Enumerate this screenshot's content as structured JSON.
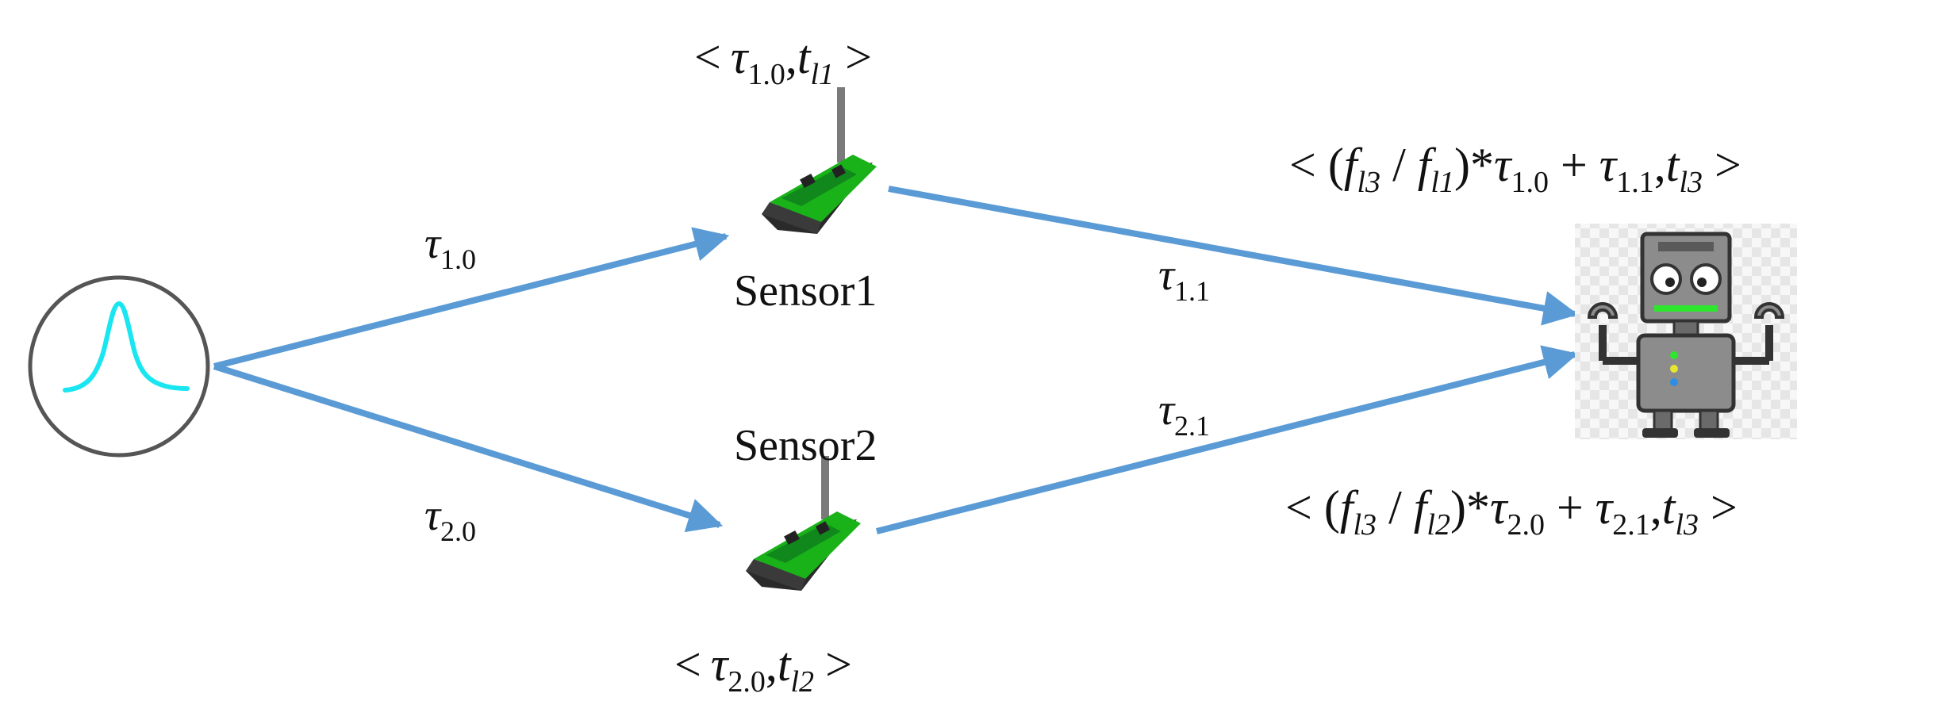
{
  "colors": {
    "arrow": "#5b9bd5",
    "signal": "#19e6f0",
    "sensor_green": "#19b219",
    "robot_gray": "#8c8c8c"
  },
  "source": {
    "icon": "gaussian-pulse-icon"
  },
  "sensors": [
    {
      "name": "Sensor1",
      "icon": "sensor-node-icon",
      "tuple": {
        "open": "<",
        "tau": "τ",
        "tau_sub": "1.0",
        "sep": ",",
        "t": "t",
        "t_sub": "l1",
        "close": ">"
      }
    },
    {
      "name": "Sensor2",
      "icon": "sensor-node-icon",
      "tuple": {
        "open": "<",
        "tau": "τ",
        "tau_sub": "2.0",
        "sep": ",",
        "t": "t",
        "t_sub": "l2",
        "close": ">"
      }
    }
  ],
  "edges": [
    {
      "from": "source",
      "to": "Sensor1",
      "label": {
        "sym": "τ",
        "sub": "1.0"
      }
    },
    {
      "from": "source",
      "to": "Sensor2",
      "label": {
        "sym": "τ",
        "sub": "2.0"
      }
    },
    {
      "from": "Sensor1",
      "to": "sink",
      "label": {
        "sym": "τ",
        "sub": "1.1"
      }
    },
    {
      "from": "Sensor2",
      "to": "sink",
      "label": {
        "sym": "τ",
        "sub": "2.1"
      }
    }
  ],
  "sink": {
    "icon": "robot-sink-icon",
    "eq_top": {
      "open": "< (",
      "f1": "f",
      "f1_sub": "l3",
      "slash": " / ",
      "f2": "f",
      "f2_sub": "l1",
      "mid": ")*",
      "tau1": "τ",
      "tau1_sub": "1.0",
      "plus": " + ",
      "tau2": "τ",
      "tau2_sub": "1.1",
      "sep": ",",
      "t": "t",
      "t_sub": "l3",
      "close": " >"
    },
    "eq_bottom": {
      "open": "< (",
      "f1": "f",
      "f1_sub": "l3",
      "slash": " / ",
      "f2": "f",
      "f2_sub": "l2",
      "mid": ")*",
      "tau1": "τ",
      "tau1_sub": "2.0",
      "plus": " + ",
      "tau2": "τ",
      "tau2_sub": "2.1",
      "sep": ",",
      "t": "t",
      "t_sub": "l3",
      "close": " >"
    }
  }
}
